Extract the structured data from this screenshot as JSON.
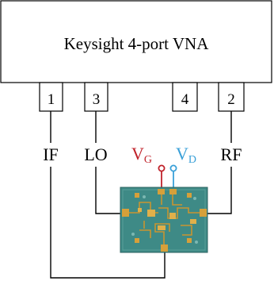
{
  "instrument": {
    "title": "Keysight 4-port VNA"
  },
  "ports": {
    "p1": "1",
    "p3": "3",
    "p4": "4",
    "p2": "2"
  },
  "signals": {
    "if": "IF",
    "lo": "LO",
    "rf": "RF",
    "vg": {
      "main": "V",
      "sub": "G"
    },
    "vd": {
      "main": "V",
      "sub": "D"
    }
  },
  "colors": {
    "line": "#000000",
    "vg": "#c0232b",
    "vd": "#3aa0d8",
    "chip_substrate": "#3e8a86",
    "chip_pad": "#d6a03a",
    "chip_trace": "#c89530"
  },
  "chip": {
    "icon": "mmic-chip-photo"
  }
}
